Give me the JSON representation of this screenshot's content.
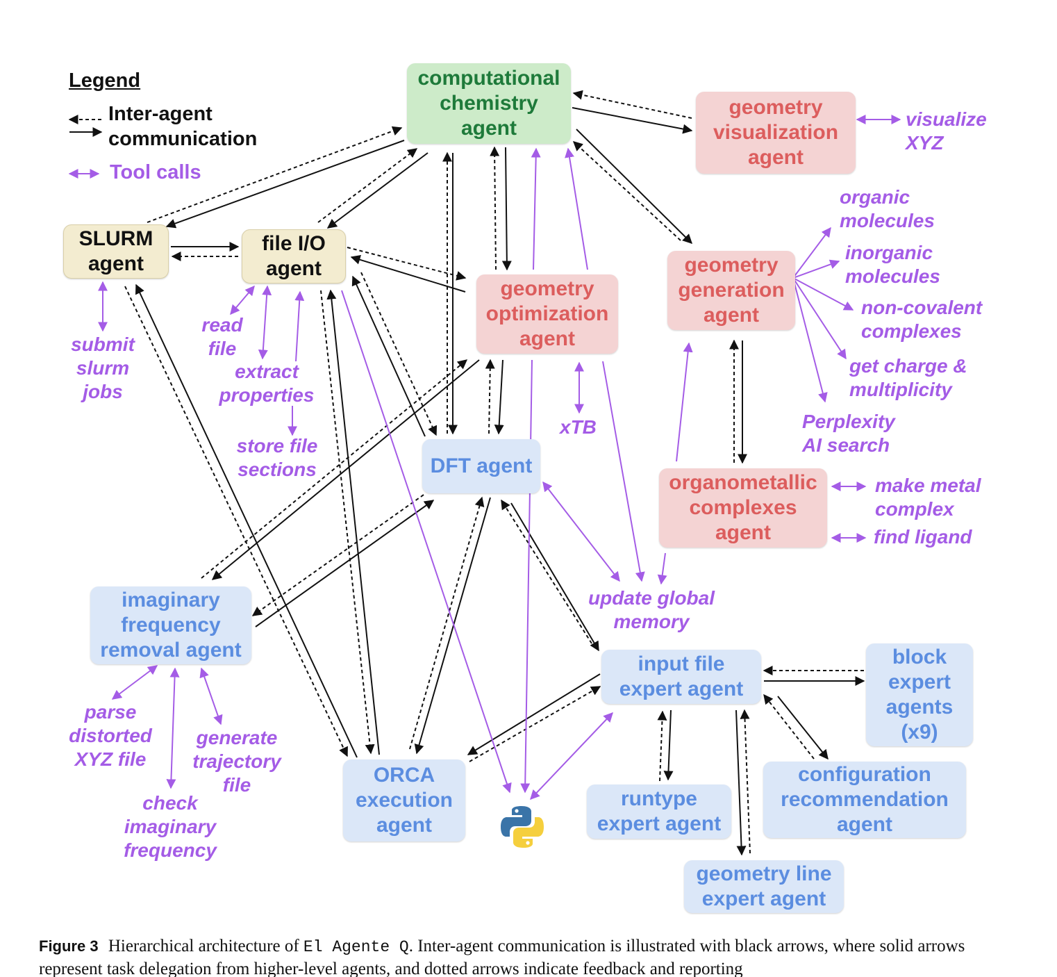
{
  "legend": {
    "title": "Legend",
    "comm_line1": "Inter-agent",
    "comm_line2": "communication",
    "tool_calls": "Tool calls"
  },
  "agents": {
    "comp_chem": [
      "computational",
      "chemistry",
      "agent"
    ],
    "geom_vis": [
      "geometry",
      "visualization",
      "agent"
    ],
    "slurm": [
      "SLURM",
      "agent"
    ],
    "file_io": [
      "file I/O",
      "agent"
    ],
    "geom_opt": [
      "geometry",
      "optimization",
      "agent"
    ],
    "geom_gen": [
      "geometry",
      "generation",
      "agent"
    ],
    "dft": [
      "DFT agent"
    ],
    "organomet": [
      "organometallic",
      "complexes",
      "agent"
    ],
    "imag_freq": [
      "imaginary",
      "frequency",
      "removal agent"
    ],
    "input_file": [
      "input file",
      "expert agent"
    ],
    "block": [
      "block",
      "expert",
      "agents",
      "(x9)"
    ],
    "orca": [
      "ORCA",
      "execution",
      "agent"
    ],
    "runtype": [
      "runtype",
      "expert agent"
    ],
    "config": [
      "configuration",
      "recommendation",
      "agent"
    ],
    "geom_line": [
      "geometry line",
      "expert agent"
    ]
  },
  "tools": {
    "visualize_xyz": [
      "visualize",
      "XYZ"
    ],
    "organic": [
      "organic",
      "molecules"
    ],
    "inorganic": [
      "inorganic",
      "molecules"
    ],
    "noncovalent": [
      "non-covalent",
      "complexes"
    ],
    "charge": [
      "get charge &",
      "multiplicity"
    ],
    "perplexity": [
      "Perplexity",
      "AI search"
    ],
    "submit_slurm": [
      "submit",
      "slurm",
      "jobs"
    ],
    "read_file": [
      "read",
      "file"
    ],
    "extract_props": [
      "extract",
      "properties"
    ],
    "store_file": [
      "store file",
      "sections"
    ],
    "xtb": [
      "xTB"
    ],
    "make_metal": [
      "make metal",
      "complex"
    ],
    "find_ligand": [
      "find ligand"
    ],
    "update_memory": [
      "update global",
      "memory"
    ],
    "parse_xyz": [
      "parse",
      "distorted",
      "XYZ file"
    ],
    "generate_traj": [
      "generate",
      "trajectory",
      "file"
    ],
    "check_imag": [
      "check",
      "imaginary",
      "frequency"
    ]
  },
  "python_icon": "python-logo-icon",
  "colors": {
    "delegation": "#111111",
    "tool_call": "#a45ce6",
    "green_node": "#cdebc9",
    "tan_node": "#f3ecd0",
    "pink_node": "#f4d3d3",
    "blue_node": "#dbe7f8"
  },
  "caption": {
    "label": "Figure 3",
    "text_1": "Hierarchical architecture of",
    "system_name": "El Agente Q",
    "text_2": ". Inter-agent communication is illustrated with black arrows, where solid arrows represent task delegation from higher-level agents, and dotted arrows indicate feedback and reporting"
  }
}
